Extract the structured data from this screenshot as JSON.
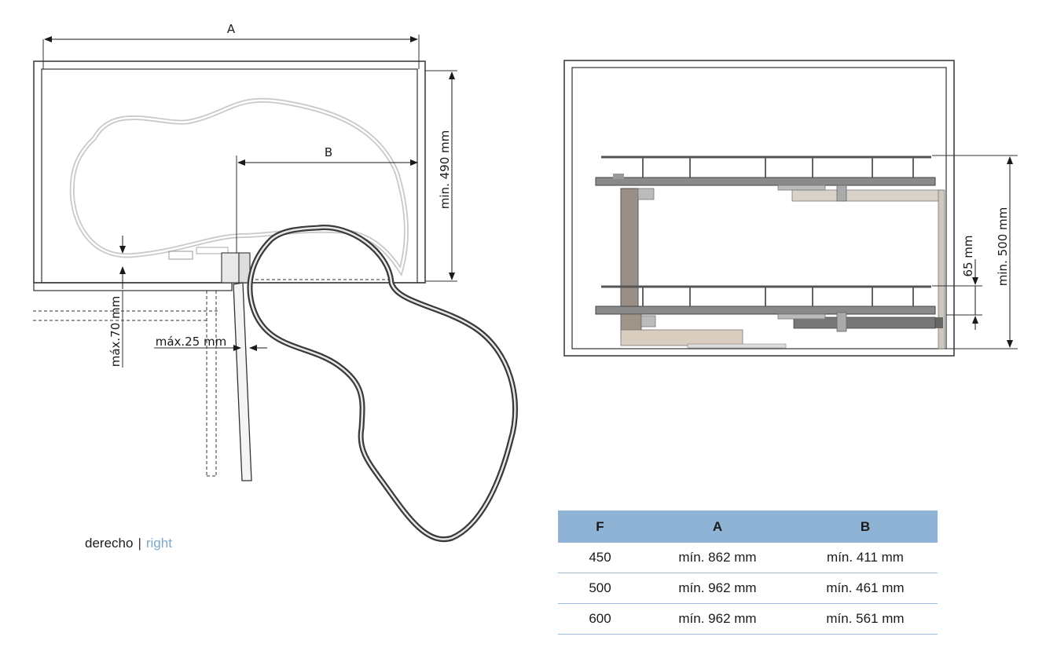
{
  "left_view": {
    "dim_a": "A",
    "dim_b": "B",
    "dim_depth": "min. 490 mm",
    "dim_offset": "máx.70 mm",
    "dim_gap": "máx.25 mm"
  },
  "right_view": {
    "dim_height": "min. 500 mm",
    "dim_shelf_gap": "65 mm"
  },
  "caption": {
    "es": "derecho",
    "separator": "|",
    "en": "right"
  },
  "table": {
    "headers": [
      "F",
      "A",
      "B"
    ],
    "rows": [
      [
        "450",
        "mín. 862 mm",
        "mín. 411 mm"
      ],
      [
        "500",
        "mín. 962 mm",
        "mín. 461 mm"
      ],
      [
        "600",
        "mín. 962 mm",
        "mín. 561 mm"
      ]
    ]
  },
  "colors": {
    "header_bg": "#8fb3d4",
    "accent_text": "#7aa9cf",
    "row_rule": "#9bbbd8"
  }
}
